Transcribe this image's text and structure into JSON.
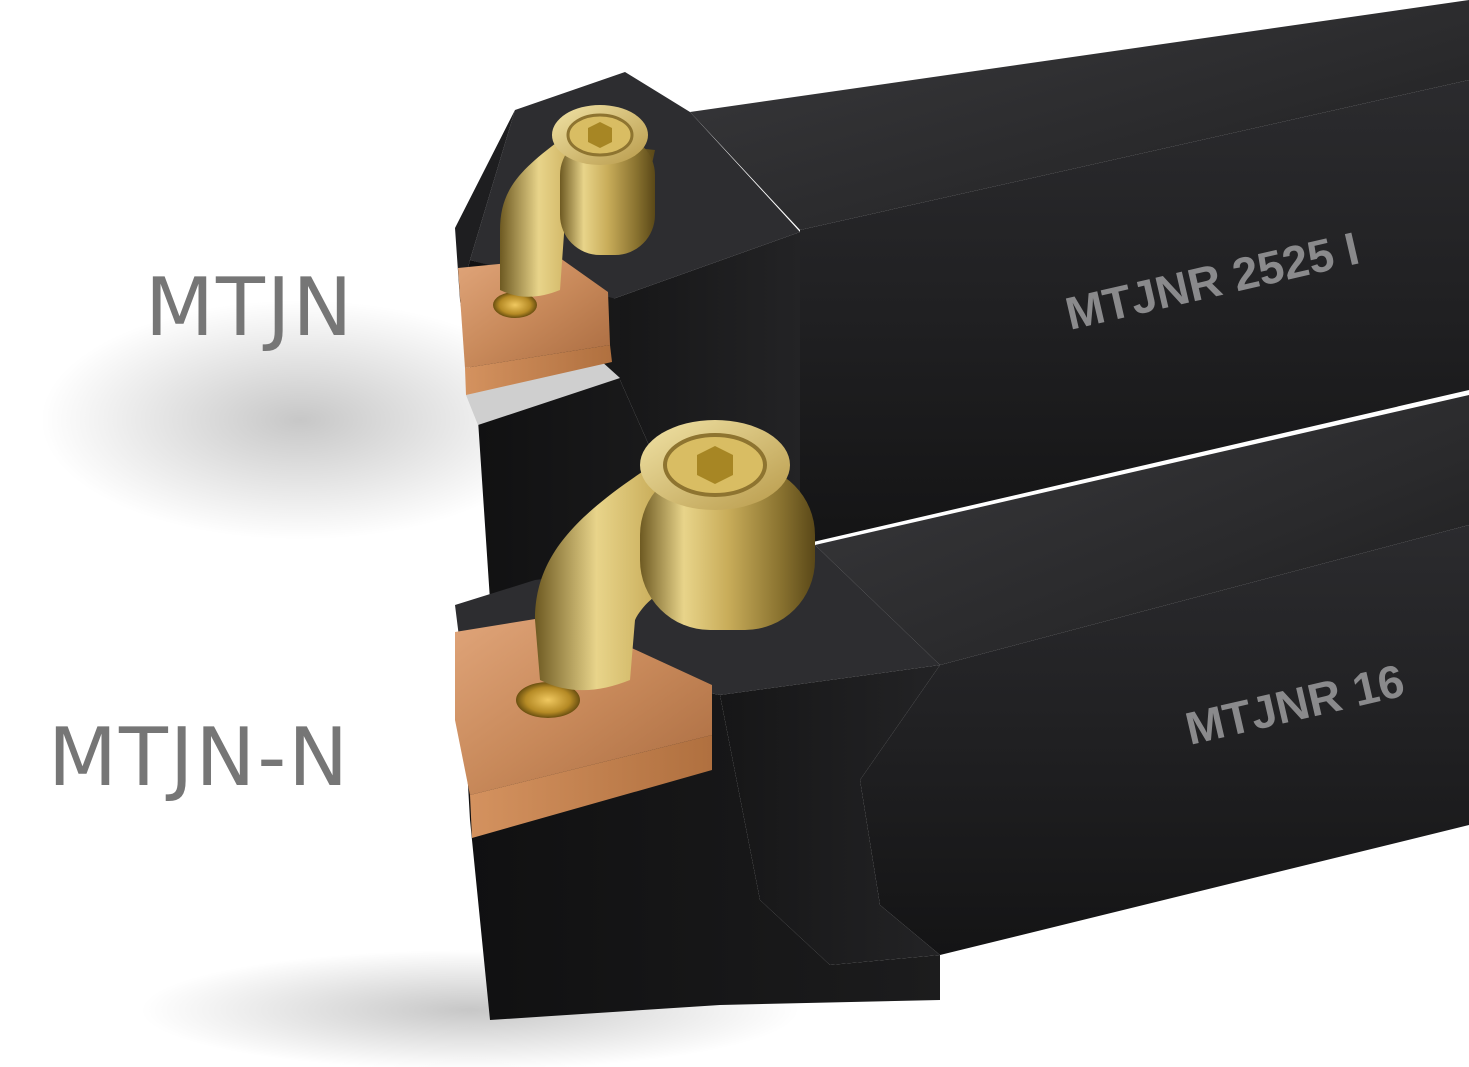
{
  "labels": {
    "top": "MTJN",
    "bottom": "MTJN-N"
  },
  "engravings": {
    "top": "MTJNR 2525 I",
    "bottom": "MTJNR 16"
  },
  "colors": {
    "background": "#ffffff",
    "label_text": "#767676",
    "holder_body": "#1c1c1e",
    "engraving_text": "#8a8a8c",
    "insert": "#c8895a",
    "clamp_brass": "#c9ad5a"
  }
}
